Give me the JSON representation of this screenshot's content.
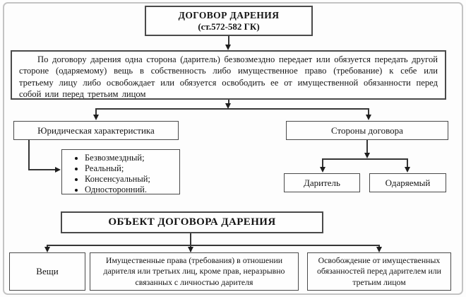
{
  "diagram": {
    "title_box": {
      "line1": "ДОГОВОР ДАРЕНИЯ",
      "line2": "(ст.572-582 ГК)"
    },
    "definition": "По договору дарения одна сторона (даритель) безвозмездно передает или обязуется передать другой стороне (одаряемому) вещь в собственность либо имущественное право (требование) к себе или третьему лицу либо освобождает или обязуется освободить ее от имущественной обязанности перед собой или перед третьим лицом",
    "legal": {
      "title": "Юридическая характеристика",
      "items": [
        "Безвозмездный;",
        "Реальный;",
        "Консенсуальный;",
        "Односторонний."
      ]
    },
    "parties": {
      "title": "Стороны договора",
      "donor": "Даритель",
      "donee": "Одаряемый"
    },
    "object": {
      "title": "ОБЪЕКТ ДОГОВОРА ДАРЕНИЯ",
      "items": [
        "Вещи",
        "Имущественные права (требования) в отношении дарителя или третьих лиц, кроме прав, неразрывно связанных с личностью дарителя",
        "Освобождение от имущественных обязанностей перед дарителем или третьим лицом"
      ]
    },
    "colors": {
      "line": "#363636",
      "box_border": "#4a4a4a",
      "frame": "#c4c4c4",
      "text": "#141414",
      "background": "#fdfdfd"
    }
  }
}
